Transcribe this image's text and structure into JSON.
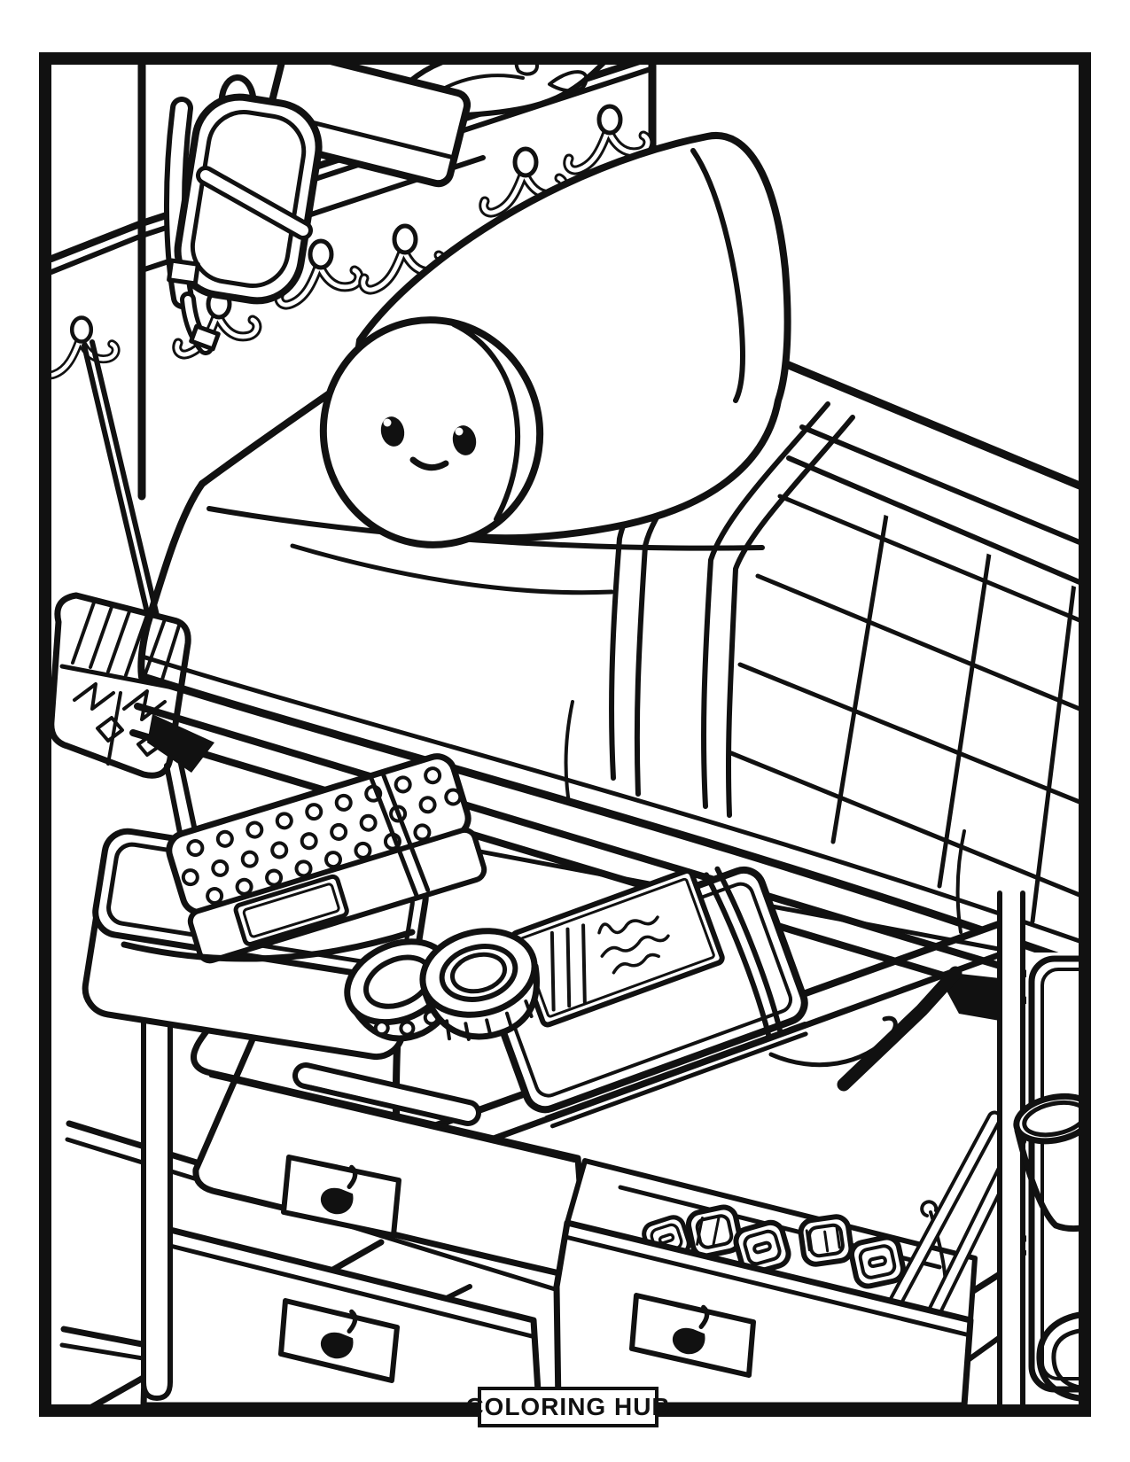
{
  "page": {
    "background_color": "#ffffff",
    "line_color": "#111111",
    "style": "black-and-white line-art coloring page"
  },
  "footer": {
    "label": "COLORING HUB"
  },
  "scene": {
    "description": "Coloring page of a cozy loft-bed study nook: a smiling bolster pillow on a bed with plaid blanket, wall hooks, hanging backpack and patterned tote bag, a shelf with a pencil box and wrapped gift paper, and below the bed a desk with a labeled journal, washi tape rolls and a pen, a hanging caddy with a polka-dot pouch, labeled storage bins, and a bin of washi tapes and pens.",
    "icons": [
      "wall-hook-icon",
      "leaf-label-icon",
      "smiley-face-icon"
    ],
    "elements": [
      "frame-border",
      "wall-corner",
      "top-shelf",
      "pencil-box",
      "gift-paper",
      "backpack",
      "tote-bag",
      "bolster-pillow",
      "pillow-face",
      "bed-mattress",
      "plaid-blanket",
      "bed-rail",
      "hanging-caddy",
      "polka-dot-pouch",
      "desk",
      "journal",
      "journal-label",
      "washi-tape-roll",
      "desk-pen",
      "storage-bin-top",
      "storage-bin-bottom",
      "washi-tape-bin",
      "pens",
      "side-cabinet",
      "cup",
      "coloring-hub-badge"
    ]
  }
}
